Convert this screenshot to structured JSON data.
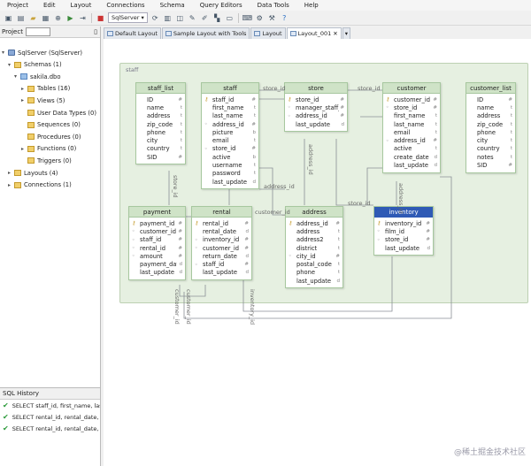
{
  "menu": [
    "Project",
    "Edit",
    "Layout",
    "Connections",
    "Schema",
    "Query Editors",
    "Data Tools",
    "Help"
  ],
  "toolbar": {
    "connection": "SqlServer",
    "icons": [
      "save-icon",
      "save-all-icon",
      "folder-icon",
      "grid-icon",
      "zoom-icon",
      "play-icon",
      "arrow-icon",
      "refresh-icon",
      "table-icon",
      "database-icon",
      "wrench-icon",
      "edit-icon",
      "chart-icon",
      "comment-icon",
      "terminal-icon",
      "settings-icon",
      "help-icon"
    ]
  },
  "tabs": [
    {
      "label": "Default Layout"
    },
    {
      "label": "Sample Layout with Tools"
    },
    {
      "label": "Layout"
    },
    {
      "label": "Layout_001"
    }
  ],
  "project": {
    "title": "Project",
    "tree": [
      {
        "label": "SqlServer (SqlServer)",
        "icon": "database-icon"
      },
      {
        "label": "Schemas (1)",
        "icon": "folder-icon"
      },
      {
        "label": "sakila.dbo",
        "icon": "schema-icon"
      },
      {
        "label": "Tables (16)",
        "icon": "folder-icon"
      },
      {
        "label": "Views (5)",
        "icon": "folder-icon"
      },
      {
        "label": "User Data Types (0)",
        "icon": "folder-icon"
      },
      {
        "label": "Sequences (0)",
        "icon": "folder-icon"
      },
      {
        "label": "Procedures (0)",
        "icon": "folder-icon"
      },
      {
        "label": "Functions (0)",
        "icon": "folder-icon"
      },
      {
        "label": "Triggers (0)",
        "icon": "folder-icon"
      },
      {
        "label": "Layouts (4)",
        "icon": "folder-icon"
      },
      {
        "label": "Connections (1)",
        "icon": "folder-icon"
      }
    ]
  },
  "history": {
    "title": "SQL History",
    "items": [
      "SELECT staff_id, first_name, last_",
      "SELECT rental_id, rental_date, in",
      "SELECT rental_id, rental_date, in"
    ]
  },
  "group_label": "staff",
  "tables": {
    "staff_list": {
      "name": "staff_list",
      "fields": [
        [
          "ID",
          "#"
        ],
        [
          "name",
          "t"
        ],
        [
          "address",
          "t"
        ],
        [
          "zip_code",
          "t"
        ],
        [
          "phone",
          "t"
        ],
        [
          "city",
          "t"
        ],
        [
          "country",
          "t"
        ],
        [
          "SID",
          "#"
        ]
      ]
    },
    "staff": {
      "name": "staff",
      "fields": [
        [
          "staff_id",
          "#"
        ],
        [
          "first_name",
          "t"
        ],
        [
          "last_name",
          "t"
        ],
        [
          "address_id",
          "#"
        ],
        [
          "picture",
          "b"
        ],
        [
          "email",
          "t"
        ],
        [
          "store_id",
          "#"
        ],
        [
          "active",
          "b"
        ],
        [
          "username",
          "t"
        ],
        [
          "password",
          "t"
        ],
        [
          "last_update",
          "d"
        ]
      ]
    },
    "store": {
      "name": "store",
      "fields": [
        [
          "store_id",
          "#"
        ],
        [
          "manager_staff_id",
          "#"
        ],
        [
          "address_id",
          "#"
        ],
        [
          "last_update",
          "d"
        ]
      ]
    },
    "customer": {
      "name": "customer",
      "fields": [
        [
          "customer_id",
          "#"
        ],
        [
          "store_id",
          "#"
        ],
        [
          "first_name",
          "t"
        ],
        [
          "last_name",
          "t"
        ],
        [
          "email",
          "t"
        ],
        [
          "address_id",
          "#"
        ],
        [
          "active",
          "t"
        ],
        [
          "create_date",
          "d"
        ],
        [
          "last_update",
          "d"
        ]
      ]
    },
    "customer_list": {
      "name": "customer_list",
      "fields": [
        [
          "ID",
          "#"
        ],
        [
          "name",
          "t"
        ],
        [
          "address",
          "t"
        ],
        [
          "zip_code",
          "t"
        ],
        [
          "phone",
          "t"
        ],
        [
          "city",
          "t"
        ],
        [
          "country",
          "t"
        ],
        [
          "notes",
          "t"
        ],
        [
          "SID",
          "#"
        ]
      ]
    },
    "payment": {
      "name": "payment",
      "fields": [
        [
          "payment_id",
          "#"
        ],
        [
          "customer_id",
          "#"
        ],
        [
          "staff_id",
          "#"
        ],
        [
          "rental_id",
          "#"
        ],
        [
          "amount",
          "#"
        ],
        [
          "payment_date",
          "d"
        ],
        [
          "last_update",
          "d"
        ]
      ]
    },
    "rental": {
      "name": "rental",
      "fields": [
        [
          "rental_id",
          "#"
        ],
        [
          "rental_date",
          "d"
        ],
        [
          "inventory_id",
          "#"
        ],
        [
          "customer_id",
          "#"
        ],
        [
          "return_date",
          "d"
        ],
        [
          "staff_id",
          "#"
        ],
        [
          "last_update",
          "d"
        ]
      ]
    },
    "address": {
      "name": "address",
      "fields": [
        [
          "address_id",
          "#"
        ],
        [
          "address",
          "t"
        ],
        [
          "address2",
          "t"
        ],
        [
          "district",
          "t"
        ],
        [
          "city_id",
          "#"
        ],
        [
          "postal_code",
          "t"
        ],
        [
          "phone",
          "t"
        ],
        [
          "last_update",
          "d"
        ]
      ]
    },
    "inventory": {
      "name": "inventory",
      "fields": [
        [
          "inventory_id",
          "#"
        ],
        [
          "film_id",
          "#"
        ],
        [
          "store_id",
          "#"
        ],
        [
          "last_update",
          "d"
        ]
      ]
    }
  },
  "relation_labels": [
    "store_id",
    "store_id",
    "address_id",
    "address_id",
    "store_id",
    "address_id",
    "store_id",
    "customer_id",
    "customer_id",
    "inventory_id",
    "customer_id"
  ],
  "watermark": "@稀土掘金技术社区"
}
